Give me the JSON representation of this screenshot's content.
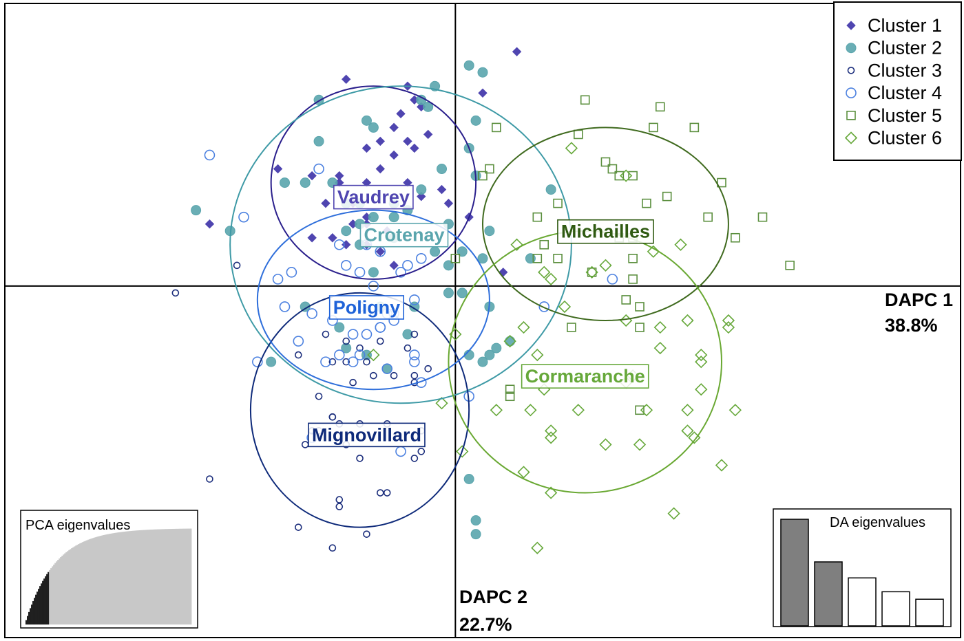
{
  "chart_data": {
    "type": "scatter",
    "x_axis": {
      "label": "DAPC 1",
      "variance": "38.8%"
    },
    "y_axis": {
      "label": "DAPC 2",
      "variance": "22.7%"
    },
    "xlim": [
      -6.6,
      7.4
    ],
    "ylim": [
      -5.1,
      4.1
    ],
    "grid": false,
    "legend_position": "top-right",
    "series": [
      {
        "name": "Cluster 1",
        "marker": "filled-diamond",
        "color": "#4F45B0",
        "centroid": [
          -1.2,
          1.5
        ],
        "ellipse": {
          "rx": 1.5,
          "ry": 1.4
        },
        "population": "Vaudrey",
        "points": [
          [
            -1.6,
            3.0
          ],
          [
            -0.7,
            2.9
          ],
          [
            -0.6,
            2.7
          ],
          [
            -0.8,
            2.5
          ],
          [
            -0.5,
            2.6
          ],
          [
            -0.9,
            2.3
          ],
          [
            -1.3,
            2.0
          ],
          [
            -1.1,
            2.1
          ],
          [
            -0.7,
            2.1
          ],
          [
            -0.6,
            2.0
          ],
          [
            -0.4,
            2.2
          ],
          [
            -1.1,
            1.7
          ],
          [
            -1.7,
            1.6
          ],
          [
            -2.1,
            1.6
          ],
          [
            -1.7,
            1.5
          ],
          [
            -1.3,
            1.5
          ],
          [
            -0.7,
            1.5
          ],
          [
            -0.5,
            1.3
          ],
          [
            -1.5,
            1.2
          ],
          [
            -1.9,
            1.2
          ],
          [
            -1.5,
            0.9
          ],
          [
            -1.3,
            0.9
          ],
          [
            -1.3,
            1.0
          ],
          [
            -1.8,
            0.7
          ],
          [
            -1.3,
            0.6
          ],
          [
            -1.6,
            0.6
          ],
          [
            -2.1,
            0.7
          ],
          [
            -0.2,
            1.4
          ],
          [
            -3.6,
            0.9
          ],
          [
            -2.6,
            1.7
          ],
          [
            -0.1,
            1.2
          ],
          [
            0.2,
            1.0
          ],
          [
            0.4,
            2.8
          ],
          [
            0.9,
            3.4
          ],
          [
            -0.9,
            1.9
          ],
          [
            -1.1,
            0.5
          ],
          [
            -0.9,
            0.3
          ],
          [
            0.7,
            0.2
          ],
          [
            -1.0,
            0.8
          ]
        ]
      },
      {
        "name": "Cluster 2",
        "marker": "filled-circle",
        "color": "#5AA5AD",
        "centroid": [
          -0.8,
          0.6
        ],
        "ellipse": {
          "rx": 2.5,
          "ry": 2.3
        },
        "population": "Crotenay",
        "points": [
          [
            -2.0,
            2.7
          ],
          [
            -1.2,
            2.3
          ],
          [
            -1.3,
            2.4
          ],
          [
            -2.0,
            2.1
          ],
          [
            -0.3,
            2.9
          ],
          [
            -0.5,
            2.7
          ],
          [
            -0.4,
            2.6
          ],
          [
            0.2,
            3.2
          ],
          [
            0.4,
            3.1
          ],
          [
            0.3,
            2.4
          ],
          [
            0.2,
            2.0
          ],
          [
            0.3,
            1.6
          ],
          [
            -0.2,
            1.7
          ],
          [
            -0.5,
            1.4
          ],
          [
            -0.9,
            1.2
          ],
          [
            -1.4,
            1.2
          ],
          [
            -1.6,
            1.2
          ],
          [
            -1.8,
            1.5
          ],
          [
            -2.2,
            1.5
          ],
          [
            -2.5,
            1.5
          ],
          [
            -3.8,
            1.1
          ],
          [
            -3.3,
            0.8
          ],
          [
            -1.6,
            0.8
          ],
          [
            -1.4,
            0.9
          ],
          [
            -1.2,
            1.0
          ],
          [
            -0.9,
            1.0
          ],
          [
            -0.7,
            1.1
          ],
          [
            -0.1,
            0.9
          ],
          [
            -0.3,
            0.5
          ],
          [
            -0.1,
            0.3
          ],
          [
            0.1,
            0.5
          ],
          [
            0.4,
            0.4
          ],
          [
            0.5,
            0.8
          ],
          [
            -1.2,
            0.2
          ],
          [
            -1.1,
            -0.3
          ],
          [
            -1.6,
            -0.9
          ],
          [
            -1.7,
            -0.6
          ],
          [
            -2.2,
            -0.3
          ],
          [
            -1.3,
            -1.0
          ],
          [
            -2.7,
            -1.1
          ],
          [
            -1.0,
            -1.2
          ],
          [
            -0.7,
            -0.7
          ],
          [
            -0.1,
            -0.1
          ],
          [
            0.1,
            -0.1
          ],
          [
            0.2,
            -1.0
          ],
          [
            0.4,
            -1.1
          ],
          [
            0.5,
            -1.0
          ],
          [
            0.6,
            -0.9
          ],
          [
            0.8,
            -0.8
          ],
          [
            1.1,
            0.4
          ],
          [
            1.4,
            1.4
          ],
          [
            0.2,
            -2.8
          ],
          [
            0.3,
            -3.4
          ],
          [
            0.3,
            -3.6
          ],
          [
            0.5,
            -0.3
          ],
          [
            -0.6,
            -0.3
          ],
          [
            -1.4,
            0.6
          ],
          [
            -0.9,
            0.7
          ]
        ]
      },
      {
        "name": "Cluster 3",
        "marker": "open-circle",
        "color": "#1D2F7D",
        "centroid": [
          -1.4,
          -1.8
        ],
        "ellipse": {
          "rx": 1.6,
          "ry": 1.7
        },
        "population": "Mignovillard",
        "points": [
          [
            -3.2,
            0.3
          ],
          [
            -4.1,
            -0.1
          ],
          [
            -1.9,
            -0.7
          ],
          [
            -1.6,
            -0.8
          ],
          [
            -1.4,
            -0.9
          ],
          [
            -1.1,
            -0.8
          ],
          [
            -0.6,
            -0.7
          ],
          [
            -0.7,
            -0.9
          ],
          [
            -1.3,
            -1.1
          ],
          [
            -1.6,
            -1.1
          ],
          [
            -1.8,
            -1.1
          ],
          [
            -1.5,
            -1.4
          ],
          [
            -1.2,
            -1.3
          ],
          [
            -0.9,
            -1.3
          ],
          [
            -0.6,
            -1.3
          ],
          [
            -0.4,
            -1.2
          ],
          [
            -0.6,
            -1.4
          ],
          [
            -2.3,
            -1.0
          ],
          [
            -2.0,
            -1.6
          ],
          [
            -1.8,
            -1.9
          ],
          [
            -1.4,
            -2.0
          ],
          [
            -1.6,
            -2.3
          ],
          [
            -2.0,
            -2.1
          ],
          [
            -1.7,
            -2.0
          ],
          [
            -2.1,
            -2.1
          ],
          [
            -1.0,
            -2.0
          ],
          [
            -0.5,
            -2.1
          ],
          [
            -1.8,
            -1.9
          ],
          [
            -2.2,
            -2.3
          ],
          [
            -1.4,
            -2.5
          ],
          [
            -1.1,
            -3.0
          ],
          [
            -0.5,
            -2.4
          ],
          [
            -0.6,
            -2.5
          ],
          [
            -1.7,
            -3.1
          ],
          [
            -1.7,
            -3.2
          ],
          [
            -3.6,
            -2.8
          ],
          [
            -2.3,
            -3.5
          ],
          [
            -1.3,
            -3.6
          ],
          [
            -1.8,
            -3.8
          ],
          [
            -1.0,
            -3.0
          ]
        ]
      },
      {
        "name": "Cluster 4",
        "marker": "open-circle",
        "color": "#4C81E0",
        "centroid": [
          -1.2,
          -0.2
        ],
        "ellipse": {
          "rx": 1.7,
          "ry": 1.3
        },
        "population": "Poligny",
        "points": [
          [
            -3.6,
            1.9
          ],
          [
            -2.0,
            1.7
          ],
          [
            -3.1,
            1.0
          ],
          [
            -2.4,
            0.2
          ],
          [
            -2.6,
            0.1
          ],
          [
            -1.7,
            0.6
          ],
          [
            -1.1,
            0.5
          ],
          [
            -1.3,
            0.6
          ],
          [
            -1.6,
            0.3
          ],
          [
            -0.5,
            0.4
          ],
          [
            -0.7,
            0.3
          ],
          [
            -1.2,
            0.0
          ],
          [
            -2.5,
            -0.3
          ],
          [
            -2.1,
            -0.4
          ],
          [
            -1.8,
            -0.5
          ],
          [
            -1.4,
            -0.3
          ],
          [
            -0.9,
            -0.4
          ],
          [
            -0.6,
            -0.2
          ],
          [
            -1.5,
            -0.7
          ],
          [
            -1.3,
            -0.7
          ],
          [
            -1.1,
            -0.6
          ],
          [
            -0.9,
            -0.5
          ],
          [
            -1.4,
            -1.0
          ],
          [
            -1.7,
            -1.0
          ],
          [
            -1.5,
            -1.1
          ],
          [
            -1.9,
            -1.1
          ],
          [
            -2.3,
            -0.8
          ],
          [
            -1.1,
            -0.6
          ],
          [
            -0.6,
            -1.0
          ],
          [
            -0.6,
            -1.1
          ],
          [
            -0.5,
            -1.4
          ],
          [
            0.2,
            -1.6
          ],
          [
            -2.9,
            -1.1
          ],
          [
            -2.1,
            -2.2
          ],
          [
            -0.8,
            -2.4
          ],
          [
            1.3,
            -0.3
          ],
          [
            2.3,
            0.1
          ],
          [
            -0.8,
            0.2
          ],
          [
            -1.0,
            -0.4
          ],
          [
            -1.4,
            0.2
          ],
          [
            -1.0,
            -1.2
          ]
        ]
      },
      {
        "name": "Cluster 5",
        "marker": "open-square",
        "color": "#5B8F3E",
        "centroid": [
          2.2,
          0.9
        ],
        "ellipse": {
          "rx": 1.8,
          "ry": 1.4
        },
        "population": "Michailles",
        "points": [
          [
            1.9,
            2.7
          ],
          [
            3.0,
            2.6
          ],
          [
            2.9,
            2.3
          ],
          [
            3.5,
            2.3
          ],
          [
            0.6,
            2.3
          ],
          [
            1.8,
            2.2
          ],
          [
            0.4,
            1.6
          ],
          [
            2.2,
            1.8
          ],
          [
            2.4,
            1.6
          ],
          [
            2.6,
            1.6
          ],
          [
            3.9,
            1.5
          ],
          [
            2.8,
            1.2
          ],
          [
            3.1,
            1.3
          ],
          [
            1.5,
            1.2
          ],
          [
            1.2,
            1.0
          ],
          [
            3.7,
            1.0
          ],
          [
            4.5,
            1.0
          ],
          [
            2.4,
            0.7
          ],
          [
            4.1,
            0.7
          ],
          [
            1.3,
            0.6
          ],
          [
            1.5,
            0.4
          ],
          [
            2.6,
            0.7
          ],
          [
            2.0,
            0.2
          ],
          [
            2.6,
            0.1
          ],
          [
            2.5,
            -0.2
          ],
          [
            2.7,
            -0.3
          ],
          [
            1.7,
            -0.6
          ],
          [
            2.7,
            -0.6
          ],
          [
            4.9,
            0.3
          ],
          [
            0.8,
            -1.6
          ],
          [
            0.8,
            -1.5
          ],
          [
            2.7,
            -1.8
          ],
          [
            2.3,
            1.7
          ],
          [
            0.5,
            1.7
          ],
          [
            0.0,
            0.4
          ],
          [
            1.2,
            0.4
          ],
          [
            2.6,
            0.4
          ]
        ]
      },
      {
        "name": "Cluster 6",
        "marker": "open-diamond",
        "color": "#66A83A",
        "centroid": [
          1.9,
          -1.1
        ],
        "ellipse": {
          "rx": 2.0,
          "ry": 1.9
        },
        "population": "Cormaranche",
        "points": [
          [
            1.7,
            2.0
          ],
          [
            2.5,
            1.6
          ],
          [
            0.9,
            0.6
          ],
          [
            1.3,
            0.2
          ],
          [
            1.4,
            0.1
          ],
          [
            2.0,
            0.2
          ],
          [
            2.2,
            0.3
          ],
          [
            3.3,
            0.6
          ],
          [
            2.9,
            0.5
          ],
          [
            1.6,
            -0.3
          ],
          [
            1.0,
            -0.6
          ],
          [
            2.5,
            -0.5
          ],
          [
            3.0,
            -0.6
          ],
          [
            3.4,
            -0.5
          ],
          [
            4.0,
            -0.5
          ],
          [
            4.0,
            -0.6
          ],
          [
            0.8,
            -0.8
          ],
          [
            1.2,
            -1.0
          ],
          [
            3.0,
            -0.9
          ],
          [
            3.6,
            -1.0
          ],
          [
            3.6,
            -1.1
          ],
          [
            1.3,
            -1.5
          ],
          [
            1.1,
            -1.8
          ],
          [
            2.6,
            -1.3
          ],
          [
            3.6,
            -1.5
          ],
          [
            0.6,
            -1.8
          ],
          [
            1.8,
            -1.8
          ],
          [
            2.8,
            -1.8
          ],
          [
            3.4,
            -1.8
          ],
          [
            4.1,
            -1.8
          ],
          [
            3.4,
            -2.1
          ],
          [
            1.4,
            -2.1
          ],
          [
            1.4,
            -2.2
          ],
          [
            2.2,
            -2.3
          ],
          [
            2.7,
            -2.3
          ],
          [
            3.5,
            -2.2
          ],
          [
            3.9,
            -2.6
          ],
          [
            1.0,
            -2.7
          ],
          [
            1.4,
            -3.0
          ],
          [
            3.2,
            -3.3
          ],
          [
            1.2,
            -3.8
          ],
          [
            -1.2,
            -1.0
          ],
          [
            -0.2,
            -1.7
          ],
          [
            0.0,
            -0.7
          ],
          [
            0.1,
            -2.4
          ],
          [
            2.5,
            -1.4
          ]
        ]
      }
    ],
    "insets": {
      "pca": {
        "title": "PCA eigenvalues",
        "retained_fraction": 0.14
      },
      "da": {
        "title": "DA eigenvalues",
        "values": [
          100,
          60,
          45,
          32,
          25
        ]
      }
    }
  },
  "legend": {
    "items": [
      "Cluster 1",
      "Cluster 2",
      "Cluster 3",
      "Cluster 4",
      "Cluster 5",
      "Cluster 6"
    ]
  }
}
